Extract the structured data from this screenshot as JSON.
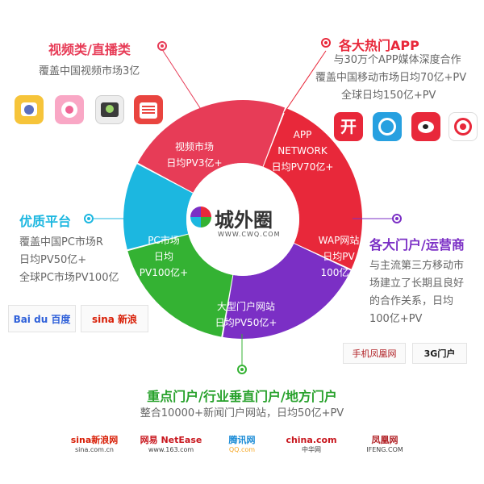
{
  "center": {
    "brand": "城外圈",
    "url": "WWW.CWQ.COM"
  },
  "colors": {
    "video": "#e73c57",
    "app": "#e8283a",
    "wap": "#7b2fc5",
    "portal": "#34b233",
    "pc": "#1cb7e0",
    "bottom_title": "#27a12b"
  },
  "segments": {
    "video": [
      "视频市场",
      "日均PV3亿+"
    ],
    "app": [
      "APP",
      "NETWORK",
      "日均PV70亿+"
    ],
    "wap": [
      "WAP网站",
      "日均PV",
      "100亿+"
    ],
    "portal": [
      "大型门户网站",
      "日均PV50亿+"
    ],
    "pc": [
      "PC市场",
      "日均",
      "PV100亿+"
    ]
  },
  "callouts": {
    "video": {
      "title": "视频类/直播类",
      "lines": [
        "覆盖中国视频市场3亿"
      ],
      "icons": [
        "camera-app-icon",
        "beauty-camera-icon",
        "camera360-icon",
        "radio-app-icon"
      ]
    },
    "app": {
      "title": "各大热门APP",
      "lines": [
        "与30万个APP媒体深度合作",
        "覆盖中国移动市场日均70亿+PV",
        "全球日均150亿+PV"
      ],
      "icons": [
        "kai-app-icon",
        "pp-assistant-icon",
        "weibo-icon",
        "app-store-icon"
      ]
    },
    "pc": {
      "title": "优质平台",
      "lines": [
        "覆盖中国PC市场R",
        "日均PV50亿+",
        "全球PC市场PV100亿"
      ],
      "logos": [
        "Bai du 百度",
        "sina 新浪"
      ]
    },
    "wap": {
      "title": "各大门户/运营商",
      "lines": [
        "与主流第三方移动市",
        "场建立了长期且良好",
        "的合作关系，日均",
        "100亿+PV"
      ],
      "logos": [
        "手机凤凰网",
        "3G门户"
      ]
    },
    "portal": {
      "title": "重点门户/行业垂直门户/地方门户",
      "lines": [
        "整合10000+新闻门户网站，日均50亿+PV"
      ]
    }
  },
  "bottom_logos": [
    {
      "name": "sina新浪网",
      "sub": "sina.com.cn",
      "color": "#d81e06"
    },
    {
      "name": "网易 NetEase",
      "sub": "www.163.com",
      "color": "#c8161d"
    },
    {
      "name": "腾讯网",
      "sub": "QQ.com",
      "color": "#1a8bd6"
    },
    {
      "name": "china.com",
      "sub": "中华网",
      "color": "#c8161d"
    },
    {
      "name": "凤凰网",
      "sub": "IFENG.COM",
      "color": "#b01e23"
    }
  ]
}
